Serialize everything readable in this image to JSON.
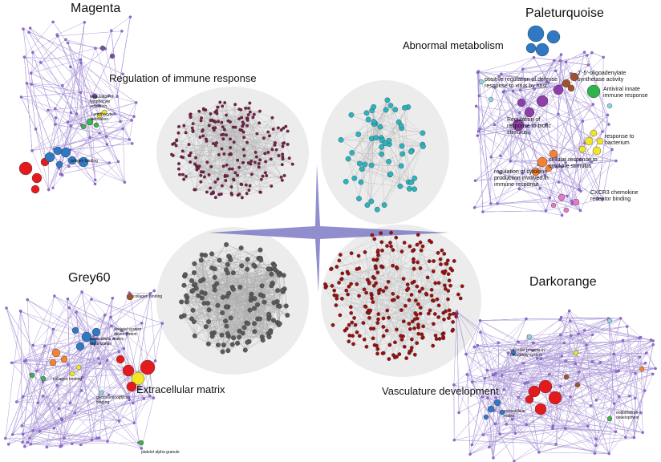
{
  "colors": {
    "magenta_node": "#7a1f4a",
    "cyan_node": "#2bb3c0",
    "grey_node": "#5a5a5a",
    "darkorange_node": "#9c0f0f",
    "network_edge": "#7b5bbf",
    "cluster_bg": "#ececec",
    "cross": "#7d7ac4"
  },
  "modules": {
    "magenta": {
      "title": "Magenta",
      "theme": "Regulation of immune response",
      "terms": [
        "Regulation of lymphocyte activation",
        "Lymphocyte activation",
        "antigen binding"
      ]
    },
    "paleturquoise": {
      "title": "Paleturquoise",
      "theme": "Abnormal metabolism",
      "terms": [
        "2'-5'-oligoadenylate synthetase activity",
        "positive regulation of defense response to virus by host",
        "Antiviral innate immune response",
        "Regulation of response to biotic stimulus",
        "response to bacterium",
        "cellular response to cytokine stimulus",
        "regulation of cytokine production involved in immune response",
        "CXCR3 chemokine receptor binding"
      ]
    },
    "grey60": {
      "title": "Grey60",
      "theme": "Extracellular matrix",
      "terms": [
        "collagen binding",
        "skeletal system development",
        "extracellular matrix organization",
        "collagen binding",
        "glycosaminoglycan binding",
        "platelet alpha granule"
      ]
    },
    "darkorange": {
      "title": "Darkorange",
      "theme": "Vasculature development",
      "terms": [
        "vascular process in circulatory system",
        "extracellular matrix",
        "endothelium development"
      ]
    }
  }
}
